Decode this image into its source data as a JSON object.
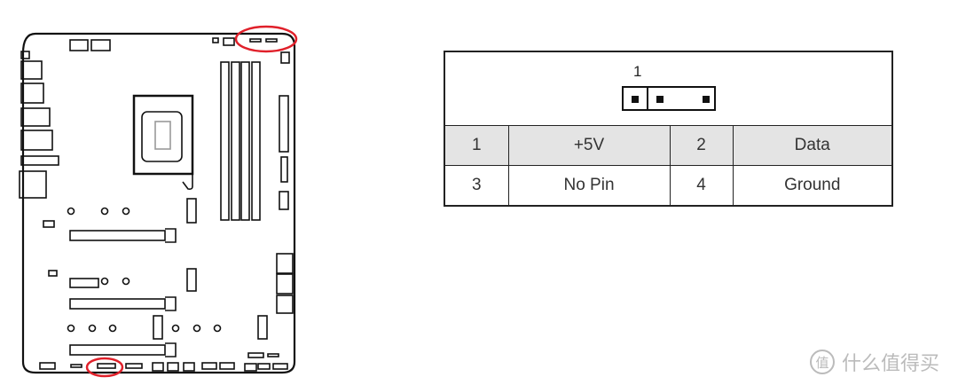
{
  "connector": {
    "pin1_label": "1"
  },
  "table": {
    "rows": [
      [
        "1",
        "+5V",
        "2",
        "Data"
      ],
      [
        "3",
        "No Pin",
        "4",
        "Ground"
      ]
    ]
  },
  "watermark": {
    "logo": "值",
    "text": "什么值得买"
  },
  "colors": {
    "highlight": "#e0202a",
    "line": "#111111",
    "row_shade": "#e4e4e4"
  }
}
